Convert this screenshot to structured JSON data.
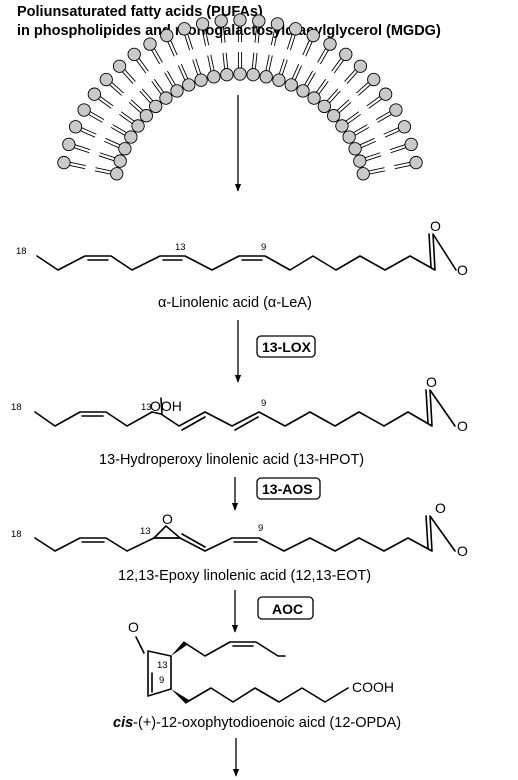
{
  "header": {
    "line1": "Poliunsaturated fatty acids (PUFAs)",
    "line2": "in phospholipides and monogalactosyldiacylglycerol (MGDG)"
  },
  "molecules": {
    "linolenic": {
      "caption": "α-Linolenic acid (α-LeA)",
      "c18": "18",
      "c13": "13",
      "c9": "9"
    },
    "hpot": {
      "caption": "13-Hydroperoxy linolenic acid (13-HPOT)",
      "c18": "18",
      "c13": "13",
      "c9": "9",
      "group": "OOH"
    },
    "eot": {
      "caption": "12,13-Epoxy linolenic acid (12,13-EOT)",
      "c18": "18",
      "c13": "13",
      "c9": "9",
      "ring_o": "O"
    },
    "opda": {
      "caption_italic": "cis",
      "caption_rest": "-(+)-12-oxophytodioenoic aicd (12-OPDA)",
      "c13": "13",
      "c9": "9",
      "group": "COOH"
    }
  },
  "atoms": {
    "oxygen": "O"
  },
  "enzymes": {
    "lox": "13-LOX",
    "aos": "13-AOS",
    "aoc": "AOC"
  }
}
